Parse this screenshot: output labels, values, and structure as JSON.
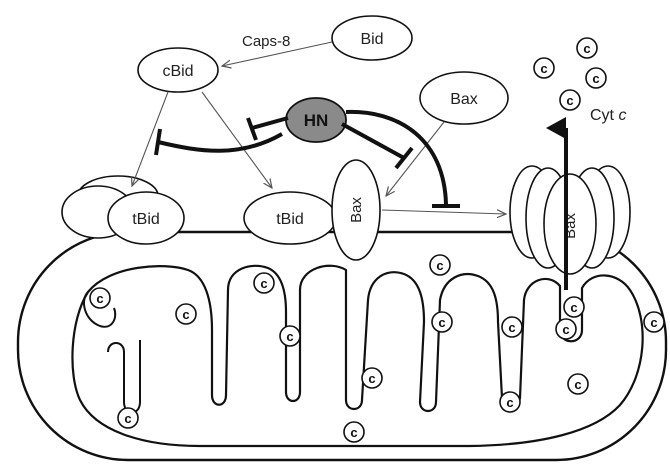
{
  "labels": {
    "bid": "Bid",
    "cbid": "cBid",
    "caps8": "Caps-8",
    "hn": "HN",
    "bax_free": "Bax",
    "tbid_left": "tBid",
    "tbid_mid": "tBid",
    "bax_membrane": "Bax",
    "bax_pore": "Bax",
    "cyt_prefix": "Cyt ",
    "cyt_suffix": "c",
    "cyt_c_symbol": "c"
  },
  "colors": {
    "outline": "#111111",
    "hn_fill": "#8a8a8a",
    "arrow_thin": "#555555",
    "background": "#ffffff"
  }
}
